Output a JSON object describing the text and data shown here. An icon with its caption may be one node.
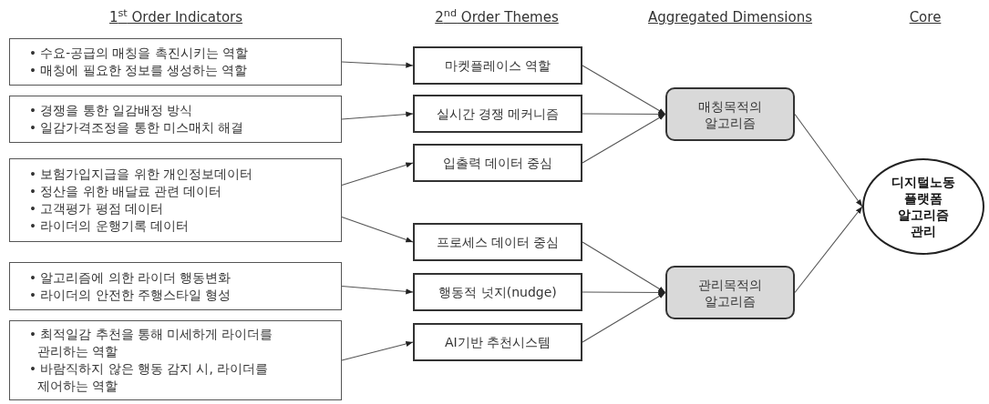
{
  "diagram": {
    "nodes": [
      {
        "text": [
          "• 수요-공급의 매칭을 촉진시키는 역할",
          "• 매칭에 필요한 정보를 생성하는 역할"
        ]
      },
      {
        "text": [
          "• 경쟁을 통한 일감배정 방식",
          "• 일감가격조정을 통한 미스매치 해결"
        ]
      },
      {
        "text": [
          "• 보험가입지급을 위한 개인정보데이터",
          "• 정산을 위한 배달료 관련 데이터",
          "• 고객평가 평점 데이터",
          "• 라이더의 운행기록 데이터"
        ]
      },
      {
        "text": [
          "• 알고리즘에 의한 라이더 행동변화",
          "• 라이더의 안전한 주행스타일 형성"
        ]
      },
      {
        "text": [
          "• 최적일감 추천을 통해 미세하게 라이더를 관리하는 역할",
          "• 바람직하지 않은 행동 감지 시, 라이더를 제어하는 역할"
        ]
      },
      {
        "text": [
          "마켓플레이스 역할"
        ]
      },
      {
        "text": [
          "실시간 경쟁 메커니즘"
        ]
      },
      {
        "text": [
          "입출력 데이터 중심"
        ]
      },
      {
        "text": [
          "프로세스 데이터 중심"
        ]
      },
      {
        "text": [
          "행동적 넛지(nudge)"
        ]
      },
      {
        "text": [
          "AI기반 추천시스템"
        ]
      },
      {
        "text": [
          "매칭목적의 알고리즘"
        ]
      },
      {
        "text": [
          "관리목적의 알고리즘"
        ]
      },
      {
        "text": [
          "디지털노동 플랫폼 알고리즘 관리"
        ]
      }
    ],
    "edges": [
      {
        "from": 0,
        "to": 5,
        "arrow": "to"
      },
      {
        "from": 1,
        "to": 6,
        "arrow": "to"
      },
      {
        "from": 2,
        "to": 7,
        "arrow": "to"
      },
      {
        "from": 2,
        "to": 8,
        "arrow": "to"
      },
      {
        "from": 3,
        "to": 9,
        "arrow": "to"
      },
      {
        "from": 4,
        "to": 10,
        "arrow": "to"
      },
      {
        "from": 5,
        "to": 11,
        "arrow": "to"
      },
      {
        "from": 6,
        "to": 11,
        "arrow": "to"
      },
      {
        "from": 7,
        "to": 11,
        "arrow": "to"
      },
      {
        "from": 8,
        "to": 12,
        "arrow": "to"
      },
      {
        "from": 9,
        "to": 12,
        "arrow": "to"
      },
      {
        "from": 10,
        "to": 12,
        "arrow": "to"
      },
      {
        "from": 11,
        "to": 13,
        "arrow": "to"
      },
      {
        "from": 12,
        "to": 13,
        "arrow": "to"
      }
    ],
    "labels": [
      "1$^{st}$ Order Indicators",
      "2$^{nd}$ Order Themes",
      "Aggregated Dimensions",
      "Core"
    ]
  }
}
